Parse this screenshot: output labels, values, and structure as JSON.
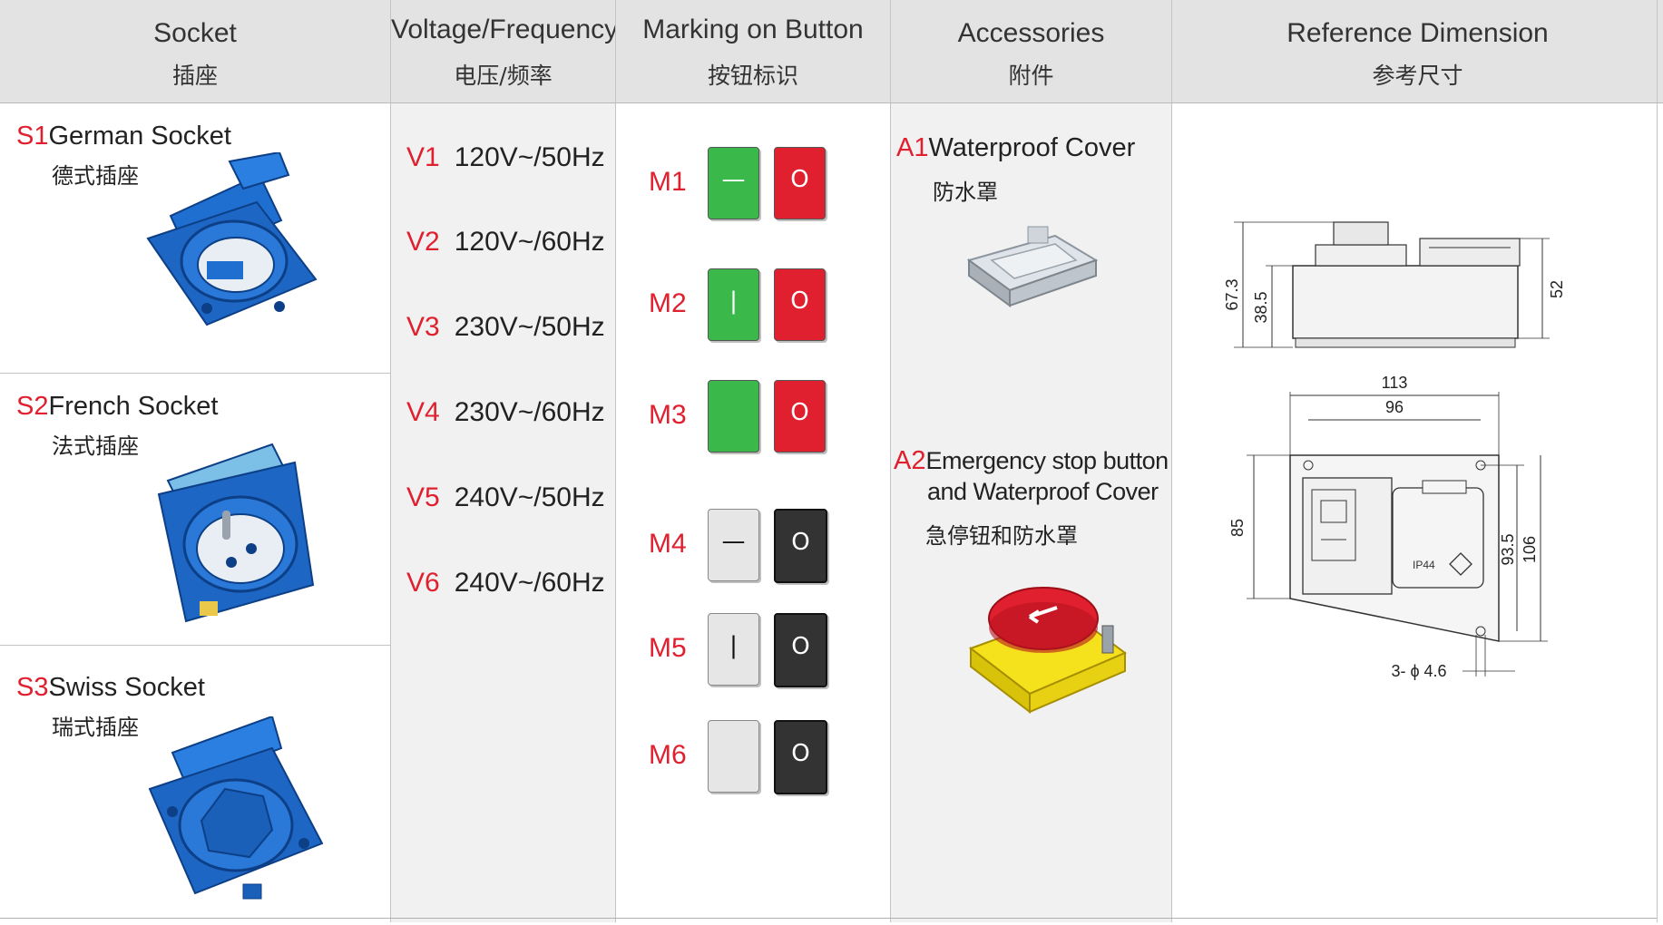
{
  "header": {
    "socket": {
      "en": "Socket",
      "zh": "插座"
    },
    "voltage": {
      "en": "Voltage/Frequency",
      "zh": "电压/频率"
    },
    "marking": {
      "en": "Marking on Button",
      "zh": "按钮标识"
    },
    "accessories": {
      "en": "Accessories",
      "zh": "附件"
    },
    "reference": {
      "en": "Reference Dimension",
      "zh": "参考尺寸"
    }
  },
  "sockets": [
    {
      "code": "S1",
      "name": "German  Socket",
      "zh": "德式插座"
    },
    {
      "code": "S2",
      "name": "French  Socket",
      "zh": "法式插座"
    },
    {
      "code": "S3",
      "name": "Swiss  Socket",
      "zh": "瑞式插座"
    }
  ],
  "voltages": [
    {
      "code": "V1",
      "value": "120V~/50Hz"
    },
    {
      "code": "V2",
      "value": "120V~/60Hz"
    },
    {
      "code": "V3",
      "value": "230V~/50Hz"
    },
    {
      "code": "V4",
      "value": "230V~/60Hz"
    },
    {
      "code": "V5",
      "value": "240V~/50Hz"
    },
    {
      "code": "V6",
      "value": "240V~/60Hz"
    }
  ],
  "markings": [
    {
      "code": "M1",
      "left_symbol": "—",
      "right_symbol": "O",
      "left_color": "#3bb84a",
      "right_color": "#e0202e"
    },
    {
      "code": "M2",
      "left_symbol": "|",
      "right_symbol": "O",
      "left_color": "#3bb84a",
      "right_color": "#e0202e"
    },
    {
      "code": "M3",
      "left_symbol": "",
      "right_symbol": "O",
      "left_color": "#3bb84a",
      "right_color": "#e0202e"
    },
    {
      "code": "M4",
      "left_symbol": "—",
      "right_symbol": "O",
      "left_color": "#e6e6e6",
      "right_color": "#333333"
    },
    {
      "code": "M5",
      "left_symbol": "|",
      "right_symbol": "O",
      "left_color": "#e6e6e6",
      "right_color": "#333333"
    },
    {
      "code": "M6",
      "left_symbol": "",
      "right_symbol": "O",
      "left_color": "#e6e6e6",
      "right_color": "#333333"
    }
  ],
  "accessories": [
    {
      "code": "A1",
      "name": "Waterproof Cover",
      "zh": "防水罩"
    },
    {
      "code": "A2",
      "name": "Emergency stop button",
      "name2": "and Waterproof Cover",
      "zh": "急停钮和防水罩"
    }
  ],
  "dimensions": {
    "side_total": "67.3",
    "side_body": "38.5",
    "side_right": "52",
    "top_width": "113",
    "top_inner": "96",
    "front_left": "85",
    "front_inner": "93.5",
    "front_total": "106",
    "holes": "3- ϕ 4.6",
    "ip_label": "IP44"
  },
  "colors": {
    "accent_red": "#e0202e",
    "socket_blue": "#1f6fd1",
    "header_bg": "#e3e3e3",
    "column_bg": "#f1f1f1"
  }
}
